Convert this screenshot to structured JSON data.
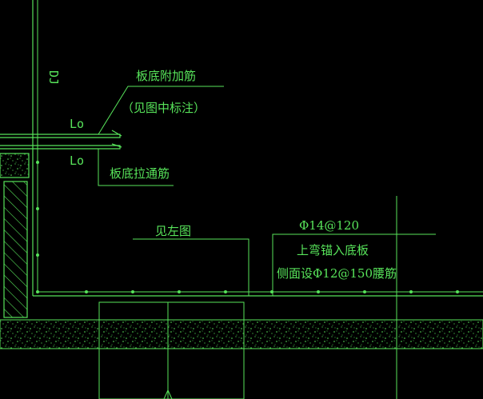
{
  "drawing": {
    "background": "#000000",
    "line_color": "#57e35a",
    "labels": {
      "top_vertical": "DJ",
      "extra_bar": "板底附加筋",
      "extra_bar_note": "（见图中标注）",
      "lap_upper": "Lo",
      "lap_lower": "Lo",
      "through_bar": "板底拉通筋",
      "see_left": "见左图",
      "main_bar": "Φ14@120",
      "bend_note": "上弯锚入底板",
      "side_bar": "侧面设Φ12@150腰筋"
    }
  }
}
